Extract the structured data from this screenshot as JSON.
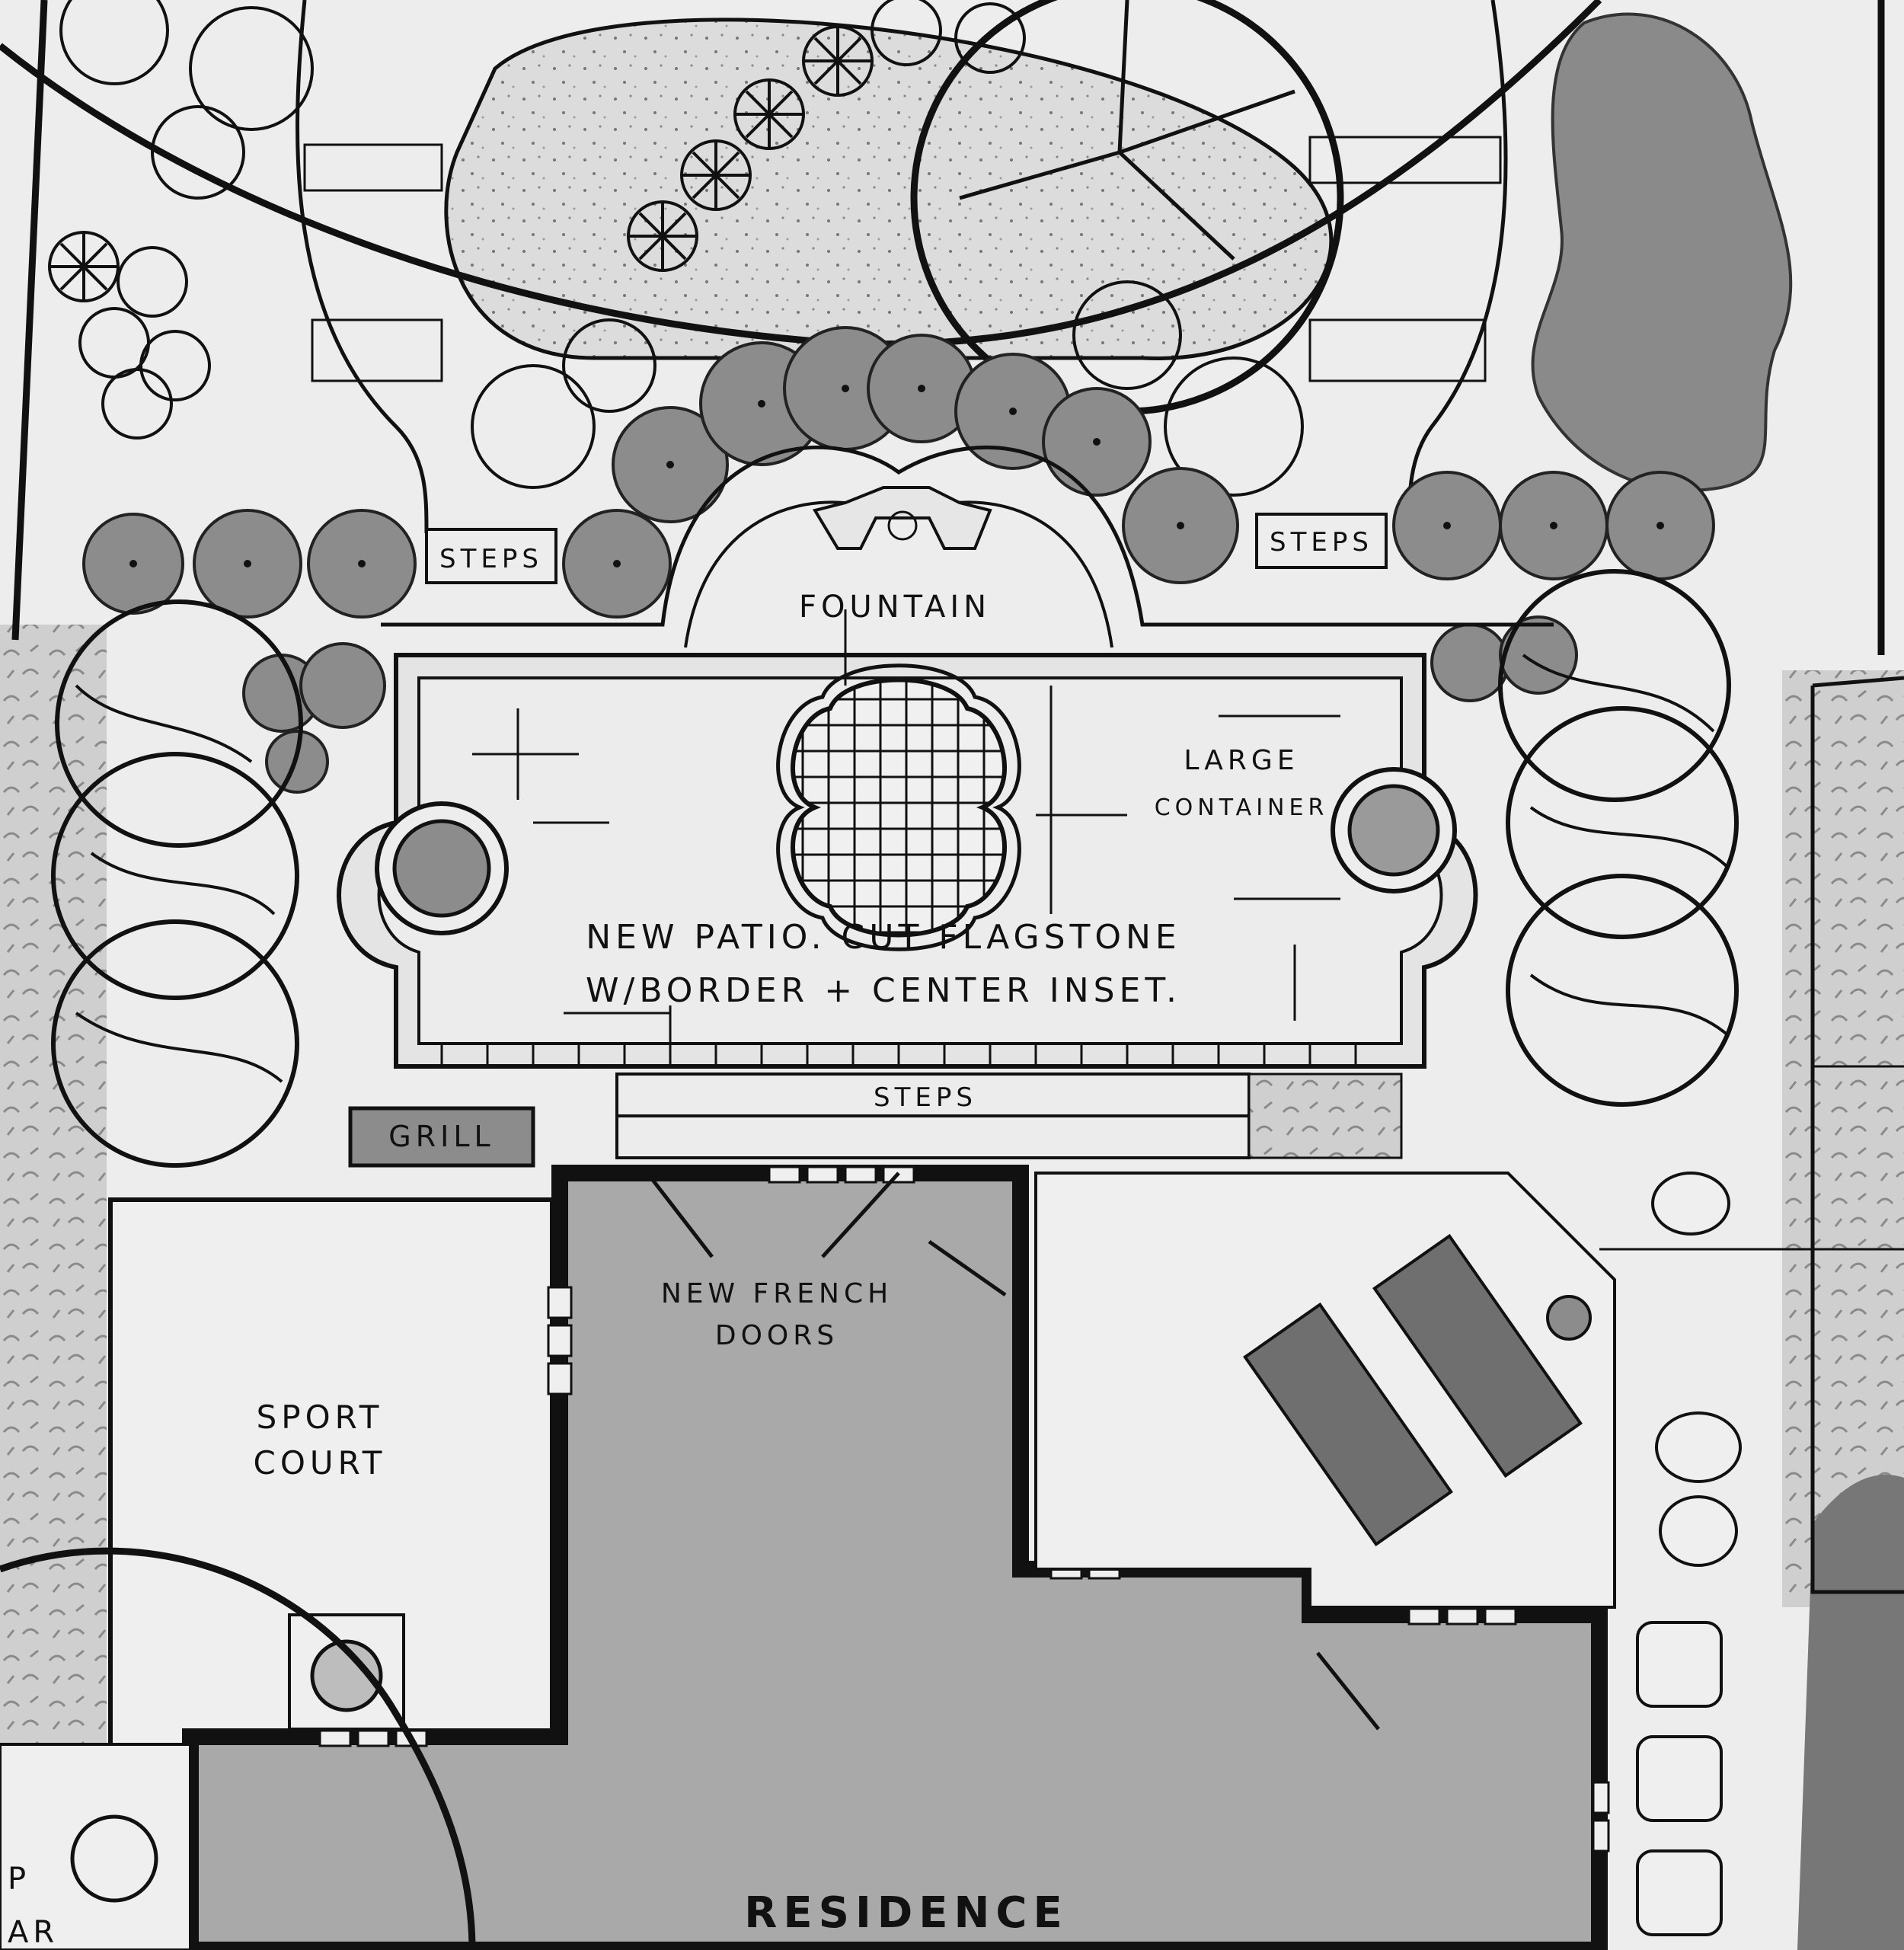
{
  "labels": {
    "fountain": "FOUNTAIN",
    "steps_left": "STEPS",
    "steps_right": "STEPS",
    "steps_bottom": "STEPS",
    "large_container_1": "LARGE",
    "large_container_2": "CONTAINER",
    "patio_1": "NEW PATIO. CUT FLAGSTONE",
    "patio_2": "W/BORDER + CENTER INSET.",
    "grill": "GRILL",
    "french_doors_1": "NEW FRENCH",
    "french_doors_2": "DOORS",
    "sport_court_1": "SPORT",
    "sport_court_2": "COURT",
    "residence": "RESIDENCE",
    "cut_off_1": "P",
    "cut_off_2": "AR"
  },
  "colors": {
    "paper": "#ededed",
    "ink": "#111111",
    "shrub_fill": "#8c8c8c",
    "ground_cover": "#c4c4c4",
    "residence_fill": "#a9a9a9",
    "dark_mass": "#777777",
    "lounger_fill": "#6f6f6f"
  }
}
